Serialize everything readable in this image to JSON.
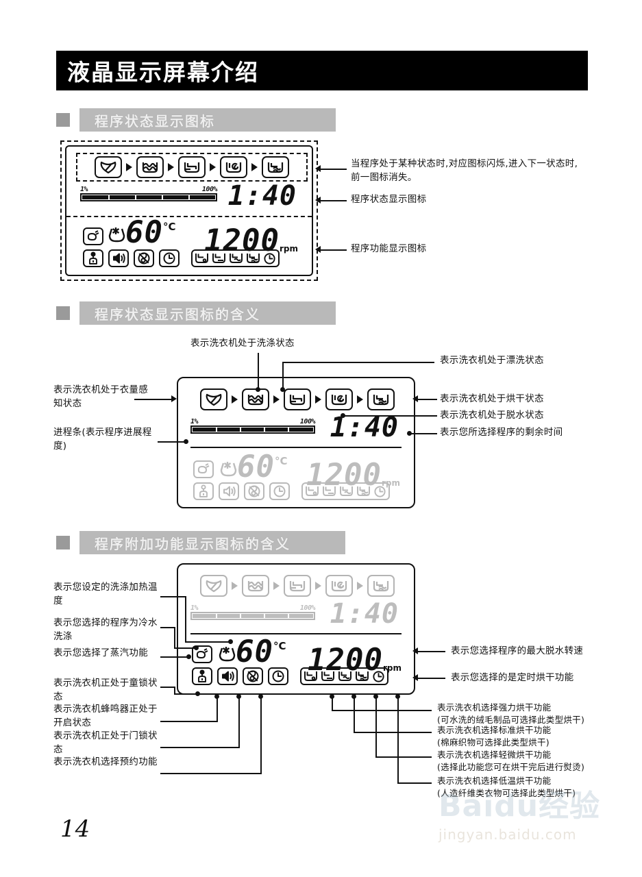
{
  "page": {
    "title": "液晶显示屏幕介绍",
    "number": "14",
    "watermark_main": "Baidu经验",
    "watermark_sub": "jingyan.baidu.com"
  },
  "sections": [
    {
      "id": "s1",
      "heading": "程序状态显示图标"
    },
    {
      "id": "s2",
      "heading": "程序状态显示图标的含义"
    },
    {
      "id": "s3",
      "heading": "程序附加功能显示图标的含义"
    }
  ],
  "lcd": {
    "status_icons": [
      {
        "name": "load-sensing-icon",
        "label": "衣量感知"
      },
      {
        "name": "wash-icon",
        "label": "洗涤"
      },
      {
        "name": "rinse-icon",
        "label": "漂洗"
      },
      {
        "name": "spin-icon",
        "label": "脱水"
      },
      {
        "name": "dry-icon",
        "label": "烘干"
      }
    ],
    "progress": {
      "min_label": "1%",
      "max_label": "100%",
      "value": 100
    },
    "time": "1:40",
    "temperature": "60",
    "temp_unit": "°C",
    "spin_speed": "1200",
    "spin_unit": "rpm",
    "function_icons": [
      {
        "name": "steam-icon",
        "label": "蒸汽"
      },
      {
        "name": "child-lock-icon",
        "label": "童锁"
      },
      {
        "name": "buzzer-icon",
        "label": "蜂鸣器"
      },
      {
        "name": "door-lock-icon",
        "label": "门锁"
      },
      {
        "name": "delay-start-icon",
        "label": "预约"
      }
    ],
    "dry_icons": [
      {
        "name": "dry-intensive-icon",
        "label": "强力烘干"
      },
      {
        "name": "dry-standard-icon",
        "label": "标准烘干"
      },
      {
        "name": "dry-light-icon",
        "label": "轻微烘干"
      },
      {
        "name": "dry-low-temp-icon",
        "label": "低温烘干"
      },
      {
        "name": "dry-timed-icon",
        "label": "定时烘干"
      }
    ]
  },
  "section1_notes": {
    "n1": "当程序处于某种状态时,对应图标闪烁,进入下一状态时,前一图标消失。",
    "n2": "程序状态显示图标",
    "n3": "程序功能显示图标"
  },
  "section2_notes": {
    "wash": "表示洗衣机处于洗涤状态",
    "rinse": "表示洗衣机处于漂洗状态",
    "load": "表示洗衣机处于衣量感知状态",
    "dry": "表示洗衣机处于烘干状态",
    "spin": "表示洗衣机处于脱水状态",
    "progress": "进程条(表示程序进展程度)",
    "time": "表示您所选择程序的剩余时间"
  },
  "section3_notes": {
    "temp": "表示您设定的洗涤加热温度",
    "cold": "表示您选择的程序为冷水洗涤",
    "steam": "表示您选择了蒸汽功能",
    "childlock": "表示洗衣机正处于童锁状态",
    "buzzer": "表示洗衣机蜂鸣器正处于开启状态",
    "doorlock": "表示洗衣机正处于门锁状态",
    "delay": "表示洗衣机选择预约功能",
    "spin_speed": "表示您选择程序的最大脱水转速",
    "timed_dry": "表示您选择的是定时烘干功能",
    "intensive_dry_1": "表示洗衣机选择强力烘干功能",
    "intensive_dry_2": "(可水洗的绒毛制品可选择此类型烘干)",
    "standard_dry_1": "表示洗衣机选择标准烘干功能",
    "standard_dry_2": "(棉麻织物可选择此类型烘干)",
    "light_dry_1": "表示洗衣机选择轻微烘干功能",
    "light_dry_2": "(选择此功能您可在烘干完后进行熨烫)",
    "low_dry_1": "表示洗衣机选择低温烘干功能",
    "low_dry_2": "(人造纤维类衣物可选择此类型烘干)"
  }
}
